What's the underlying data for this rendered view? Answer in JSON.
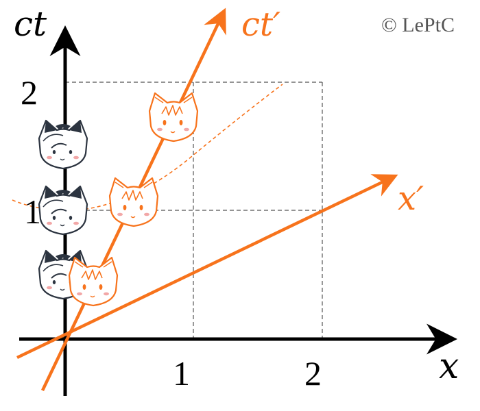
{
  "copyright": "© LePtC",
  "axes": {
    "x_label": "x",
    "ct_label": "ct",
    "x_prime_label": "x′",
    "ct_prime_label": "ct′",
    "x_ticks": [
      "1",
      "2"
    ],
    "y_ticks": [
      "1",
      "2"
    ]
  },
  "colors": {
    "axis": "#000000",
    "boosted_frame": "#f7731c",
    "grid": "#555555",
    "stationary_cat": "#2c3440",
    "cat_blush": "#f2a7a7"
  },
  "icons": {
    "stationary_observer": "cat-face-icon",
    "moving_observer": "cat-face-icon"
  }
}
